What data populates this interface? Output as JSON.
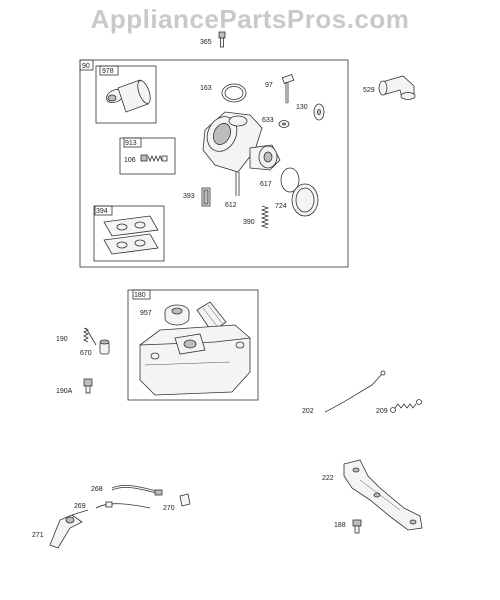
{
  "watermark": "AppliancePartsPros.com",
  "labels": {
    "p365": "365",
    "p90": "90",
    "p978": "978",
    "p163": "163",
    "p97": "97",
    "p529": "529",
    "p130": "130",
    "p633": "633",
    "p913": "913",
    "p106": "106",
    "p617": "617",
    "p393": "393",
    "p612": "612",
    "p724": "724",
    "p394": "394",
    "p390": "390",
    "p180": "180",
    "p957": "957",
    "p190": "190",
    "p670": "670",
    "p190a": "190A",
    "p202": "202",
    "p209": "209",
    "p268": "268",
    "p269": "269",
    "p270": "270",
    "p271": "271",
    "p222": "222",
    "p188": "188"
  }
}
